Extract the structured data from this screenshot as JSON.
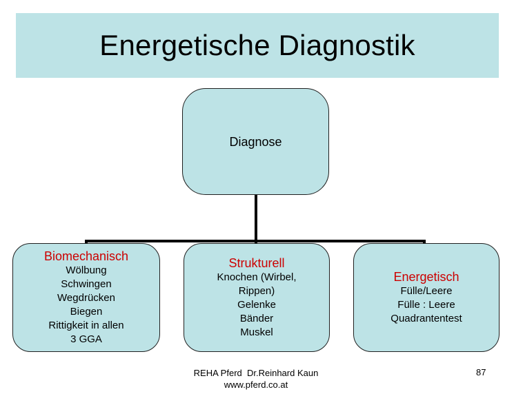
{
  "title": "Energetische Diagnostik",
  "diagram": {
    "root": "Diagnose",
    "children": [
      {
        "heading": "Biomechanisch",
        "lines": [
          "Wölbung",
          "Schwingen",
          "Wegdrücken",
          "Biegen",
          "Rittigkeit in allen",
          "3 GGA"
        ]
      },
      {
        "heading": "Strukturell",
        "lines": [
          "Knochen (Wirbel,",
          "Rippen)",
          "Gelenke",
          "Bänder",
          "Muskel"
        ]
      },
      {
        "heading": "Energetisch",
        "lines": [
          "Fülle/Leere",
          "Fülle : Leere",
          "Quadrantentest"
        ]
      }
    ],
    "colors": {
      "box_fill": "#bde3e6",
      "heading_text": "#cc0000",
      "connector": "#000000"
    }
  },
  "footer": {
    "line1": "REHA Pferd  Dr.Reinhard Kaun",
    "line2": "www.pferd.co.at",
    "page_number": "87"
  }
}
